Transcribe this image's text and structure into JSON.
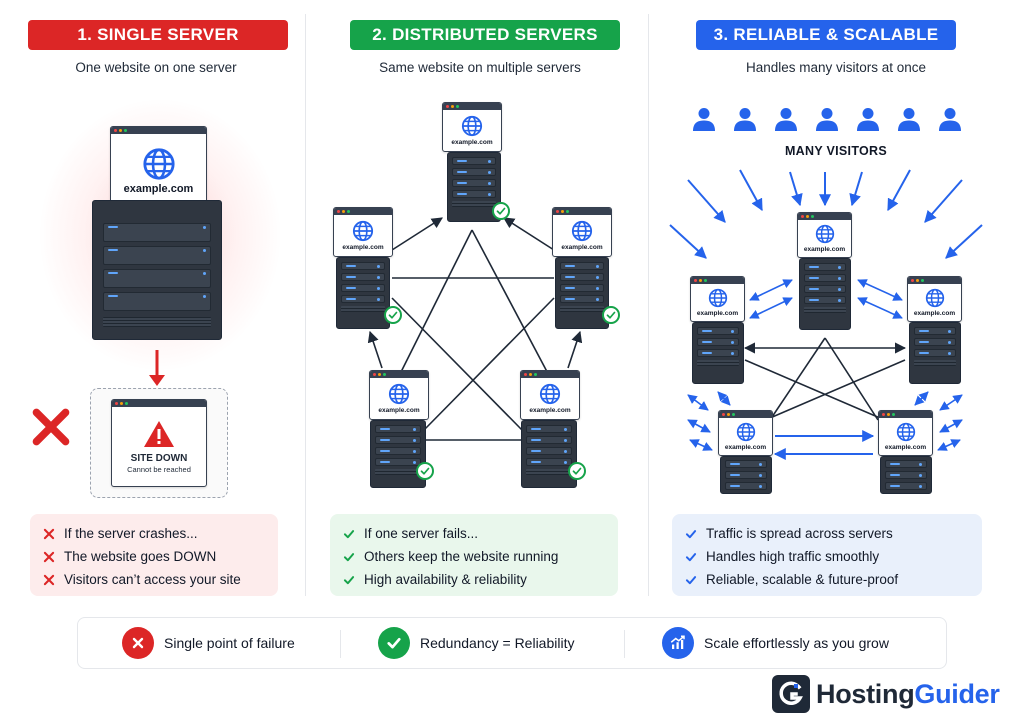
{
  "panels": [
    {
      "number_title": "1. SINGLE SERVER",
      "subtitle": "One website on one server",
      "points": [
        "If the server crashes...",
        "The website goes DOWN",
        "Visitors can’t access your site"
      ],
      "accent": "#dc2626"
    },
    {
      "number_title": "2. DISTRIBUTED SERVERS",
      "subtitle": "Same website on multiple servers",
      "points": [
        "If one server fails...",
        "Others keep the website running",
        "High availability & reliability"
      ],
      "accent": "#16a34a"
    },
    {
      "number_title": "3. RELIABLE & SCALABLE",
      "subtitle": "Handles many visitors at once",
      "points": [
        "Traffic is spread across servers",
        "Handles high traffic smoothly",
        "Reliable, scalable & future-proof"
      ],
      "accent": "#2563eb"
    }
  ],
  "domain_label": "example.com",
  "site_down": {
    "title": "SITE DOWN",
    "message": "Cannot be reached"
  },
  "visitors_label": "MANY VISITORS",
  "icons": {
    "globe": "globe-icon",
    "warning": "warning-icon",
    "fail": "x-mark-icon",
    "ok": "checkmark-icon",
    "person": "person-icon",
    "growth": "growth-chart-icon"
  },
  "summary": [
    {
      "label": "Single point of failure",
      "icon": "x-mark-icon",
      "color": "#dc2626"
    },
    {
      "label": "Redundancy = Reliability",
      "icon": "checkmark-icon",
      "color": "#16a34a"
    },
    {
      "label": "Scale effortlessly as you grow",
      "icon": "growth-chart-icon",
      "color": "#2563eb"
    }
  ],
  "brand": {
    "part1": "Hosting",
    "part2": "Guider"
  }
}
